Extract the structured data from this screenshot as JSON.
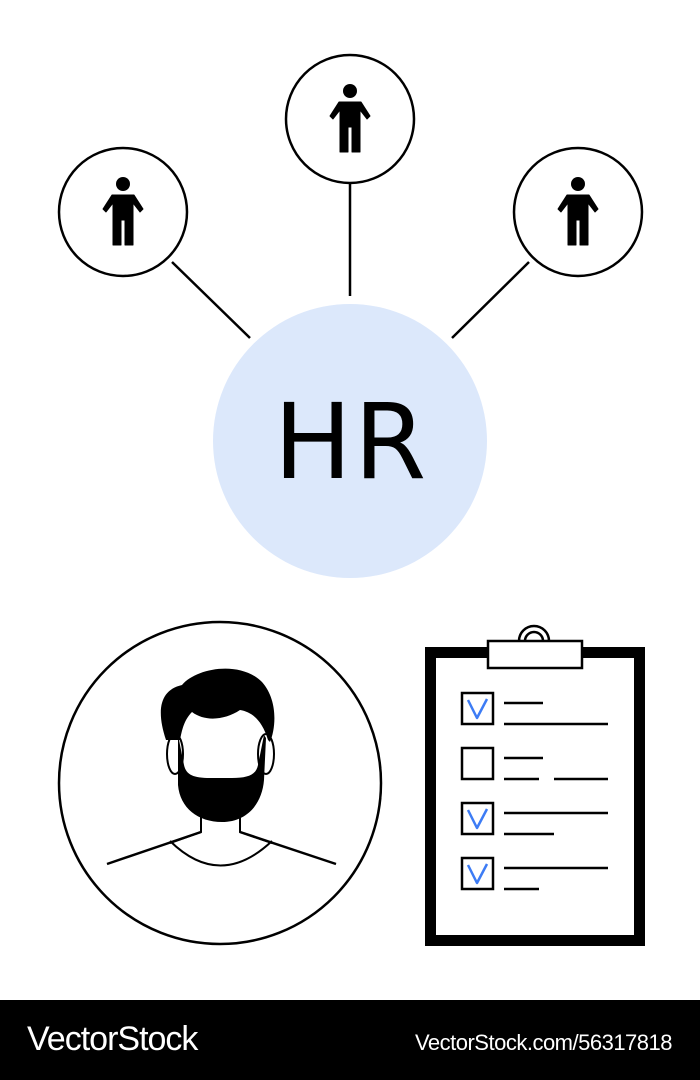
{
  "illustration": {
    "center_label": "HR",
    "center_fill": "#dce8fb",
    "stroke_color": "#000000",
    "checkmark_color": "#3d7cf5",
    "people_nodes": [
      {
        "name": "person-left",
        "icon": "person-icon"
      },
      {
        "name": "person-top",
        "icon": "person-icon"
      },
      {
        "name": "person-right",
        "icon": "person-icon"
      }
    ],
    "avatar": {
      "icon": "bearded-man-avatar-icon"
    },
    "clipboard": {
      "icon": "clipboard-checklist-icon",
      "items": [
        {
          "checked": true
        },
        {
          "checked": false
        },
        {
          "checked": true
        },
        {
          "checked": true
        }
      ]
    }
  },
  "footer": {
    "brand": "VectorStock",
    "url": "VectorStock.com/56317818"
  }
}
